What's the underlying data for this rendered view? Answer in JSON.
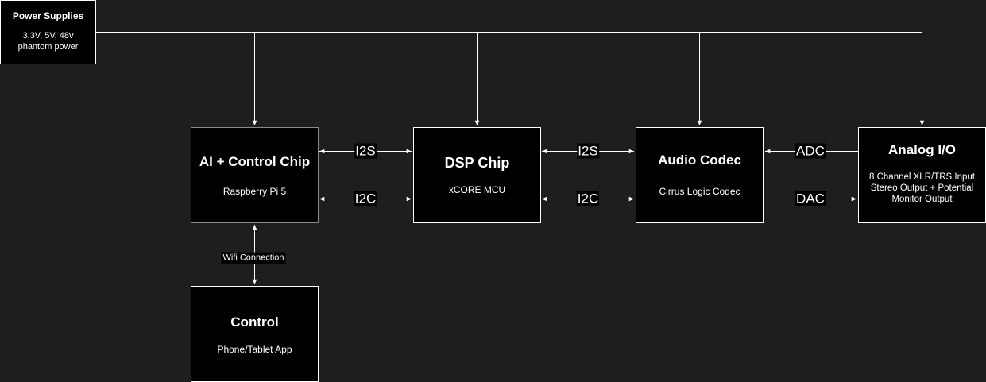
{
  "nodes": {
    "power": {
      "title": "Power Supplies",
      "subtitle": "3.3V, 5V, 48v\nphantom power"
    },
    "ai": {
      "title": "AI + Control Chip",
      "subtitle": "Raspberry Pi 5"
    },
    "dsp": {
      "title": "DSP Chip",
      "subtitle": "xCORE MCU"
    },
    "codec": {
      "title": "Audio Codec",
      "subtitle": "Cirrus Logic Codec"
    },
    "analog": {
      "title": "Analog I/O",
      "subtitle": "8 Channel XLR/TRS Input\nStereo Output + Potential\nMonitor Output"
    },
    "control": {
      "title": "Control",
      "subtitle": "Phone/Tablet App"
    }
  },
  "edges": {
    "ai_dsp_i2s": "I2S",
    "ai_dsp_i2c": "I2C",
    "dsp_codec_i2s": "I2S",
    "dsp_codec_i2c": "I2C",
    "analog_codec_adc": "ADC",
    "codec_analog_dac": "DAC",
    "ai_control_wifi": "Wifi Connection"
  },
  "colors": {
    "background": "#1e1e1e",
    "node_fill": "#000000",
    "line": "#ffffff"
  }
}
